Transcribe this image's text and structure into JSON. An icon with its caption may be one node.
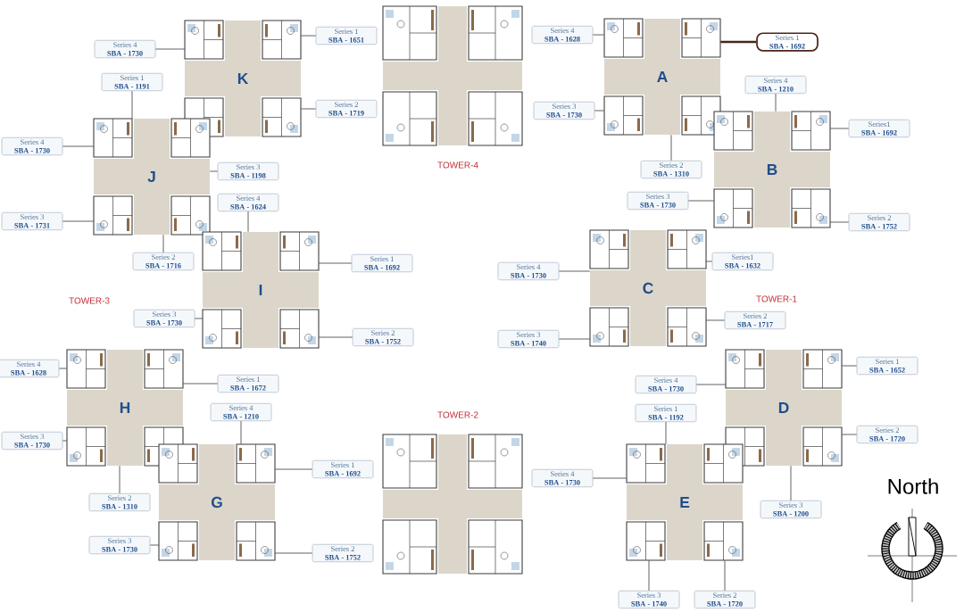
{
  "diagram": {
    "nodes": [
      {
        "text": [
          "Series 4",
          "SBA - 1730"
        ]
      },
      {
        "text": [
          "Series 1",
          "SBA - 1651"
        ]
      },
      {
        "text": [
          "Series 1",
          "SBA - 1191"
        ]
      },
      {
        "text": [
          "Series 2",
          "SBA - 1719"
        ]
      },
      {
        "text": [
          "Series 4",
          "SBA - 1730"
        ]
      },
      {
        "text": [
          "Series 3",
          "SBA - 1198"
        ]
      },
      {
        "text": [
          "Series 3",
          "SBA - 1731"
        ]
      },
      {
        "text": [
          "Series 2",
          "SBA - 1716"
        ]
      },
      {
        "text": [
          "Series 4",
          "SBA - 1624"
        ]
      },
      {
        "text": [
          "Series 1",
          "SBA - 1692"
        ]
      },
      {
        "text": [
          "Series 3",
          "SBA - 1730"
        ]
      },
      {
        "text": [
          "Series 2",
          "SBA - 1752"
        ]
      },
      {
        "text": [
          "Series 4",
          "SBA - 1628"
        ]
      },
      {
        "text": [
          "Series 1",
          "SBA - 1672"
        ]
      },
      {
        "text": [
          "Series 4",
          "SBA - 1210"
        ]
      },
      {
        "text": [
          "Series 3",
          "SBA - 1730"
        ]
      },
      {
        "text": [
          "Series 1",
          "SBA - 1692"
        ]
      },
      {
        "text": [
          "Series 2",
          "SBA - 1310"
        ]
      },
      {
        "text": [
          "Series 3",
          "SBA - 1730"
        ]
      },
      {
        "text": [
          "Series 2",
          "SBA - 1752"
        ]
      },
      {
        "text": [
          "Series 4",
          "SBA - 1628"
        ]
      },
      {
        "text": [
          "Series 1",
          "SBA - 1692"
        ]
      },
      {
        "text": [
          "Series 3",
          "SBA - 1730"
        ]
      },
      {
        "text": [
          "Series 4",
          "SBA - 1210"
        ]
      },
      {
        "text": [
          "Series1",
          "SBA - 1692"
        ]
      },
      {
        "text": [
          "Series 2",
          "SBA - 1310"
        ]
      },
      {
        "text": [
          "Series 3",
          "SBA - 1730"
        ]
      },
      {
        "text": [
          "Series 2",
          "SBA - 1752"
        ]
      },
      {
        "text": [
          "Series 4",
          "SBA - 1730"
        ]
      },
      {
        "text": [
          "Series1",
          "SBA - 1632"
        ]
      },
      {
        "text": [
          "Series 3",
          "SBA - 1740"
        ]
      },
      {
        "text": [
          "Series 2",
          "SBA - 1717"
        ]
      },
      {
        "text": [
          "Series 1",
          "SBA - 1652"
        ]
      },
      {
        "text": [
          "Series 4",
          "SBA - 1730"
        ]
      },
      {
        "text": [
          "Series 1",
          "SBA - 1192"
        ]
      },
      {
        "text": [
          "Series 2",
          "SBA - 1720"
        ]
      },
      {
        "text": [
          "Series 4",
          "SBA - 1730"
        ]
      },
      {
        "text": [
          "Series 3",
          "SBA - 1200"
        ]
      },
      {
        "text": [
          "Series 3",
          "SBA - 1740"
        ]
      },
      {
        "text": [
          "Series 2",
          "SBA - 1720"
        ]
      },
      {
        "text": [
          "K"
        ]
      },
      {
        "text": [
          "J"
        ]
      },
      {
        "text": [
          "I"
        ]
      },
      {
        "text": [
          "H"
        ]
      },
      {
        "text": [
          "G"
        ]
      },
      {
        "text": [
          "A"
        ]
      },
      {
        "text": [
          "B"
        ]
      },
      {
        "text": [
          "C"
        ]
      },
      {
        "text": [
          "D"
        ]
      },
      {
        "text": [
          "E"
        ]
      }
    ],
    "edges": [
      {
        "from": 0,
        "to": 40,
        "arrow": "none"
      },
      {
        "from": 1,
        "to": 40,
        "arrow": "none"
      },
      {
        "from": 2,
        "to": 41,
        "arrow": "none"
      },
      {
        "from": 3,
        "to": 40,
        "arrow": "none"
      },
      {
        "from": 4,
        "to": 41,
        "arrow": "none"
      },
      {
        "from": 5,
        "to": 41,
        "arrow": "none"
      },
      {
        "from": 6,
        "to": 41,
        "arrow": "none"
      },
      {
        "from": 7,
        "to": 41,
        "arrow": "none"
      },
      {
        "from": 8,
        "to": 42,
        "arrow": "none"
      },
      {
        "from": 9,
        "to": 42,
        "arrow": "none"
      },
      {
        "from": 10,
        "to": 42,
        "arrow": "none"
      },
      {
        "from": 11,
        "to": 42,
        "arrow": "none"
      },
      {
        "from": 12,
        "to": 43,
        "arrow": "none"
      },
      {
        "from": 13,
        "to": 43,
        "arrow": "none"
      },
      {
        "from": 14,
        "to": 44,
        "arrow": "none"
      },
      {
        "from": 15,
        "to": 43,
        "arrow": "none"
      },
      {
        "from": 16,
        "to": 44,
        "arrow": "none"
      },
      {
        "from": 17,
        "to": 43,
        "arrow": "none"
      },
      {
        "from": 18,
        "to": 44,
        "arrow": "none"
      },
      {
        "from": 19,
        "to": 44,
        "arrow": "none"
      },
      {
        "from": 20,
        "to": 45,
        "arrow": "none"
      },
      {
        "from": 21,
        "to": 45,
        "arrow": "none",
        "style": "thick",
        "color": "#4a2418"
      },
      {
        "from": 22,
        "to": 45,
        "arrow": "none"
      },
      {
        "from": 23,
        "to": 46,
        "arrow": "none"
      },
      {
        "from": 24,
        "to": 46,
        "arrow": "none"
      },
      {
        "from": 25,
        "to": 45,
        "arrow": "none"
      },
      {
        "from": 26,
        "to": 46,
        "arrow": "none"
      },
      {
        "from": 27,
        "to": 46,
        "arrow": "none"
      },
      {
        "from": 28,
        "to": 47,
        "arrow": "none"
      },
      {
        "from": 29,
        "to": 47,
        "arrow": "none"
      },
      {
        "from": 30,
        "to": 47,
        "arrow": "none"
      },
      {
        "from": 31,
        "to": 47,
        "arrow": "none"
      },
      {
        "from": 32,
        "to": 48,
        "arrow": "none"
      },
      {
        "from": 33,
        "to": 48,
        "arrow": "none"
      },
      {
        "from": 34,
        "to": 49,
        "arrow": "none"
      },
      {
        "from": 35,
        "to": 48,
        "arrow": "none"
      },
      {
        "from": 36,
        "to": 49,
        "arrow": "none"
      },
      {
        "from": 37,
        "to": 48,
        "arrow": "none"
      },
      {
        "from": 38,
        "to": 49,
        "arrow": "none"
      },
      {
        "from": 39,
        "to": 49,
        "arrow": "none"
      }
    ],
    "labels": [
      "TOWER-4",
      "TOWER-3",
      "TOWER-1",
      "TOWER-2",
      "North"
    ]
  }
}
